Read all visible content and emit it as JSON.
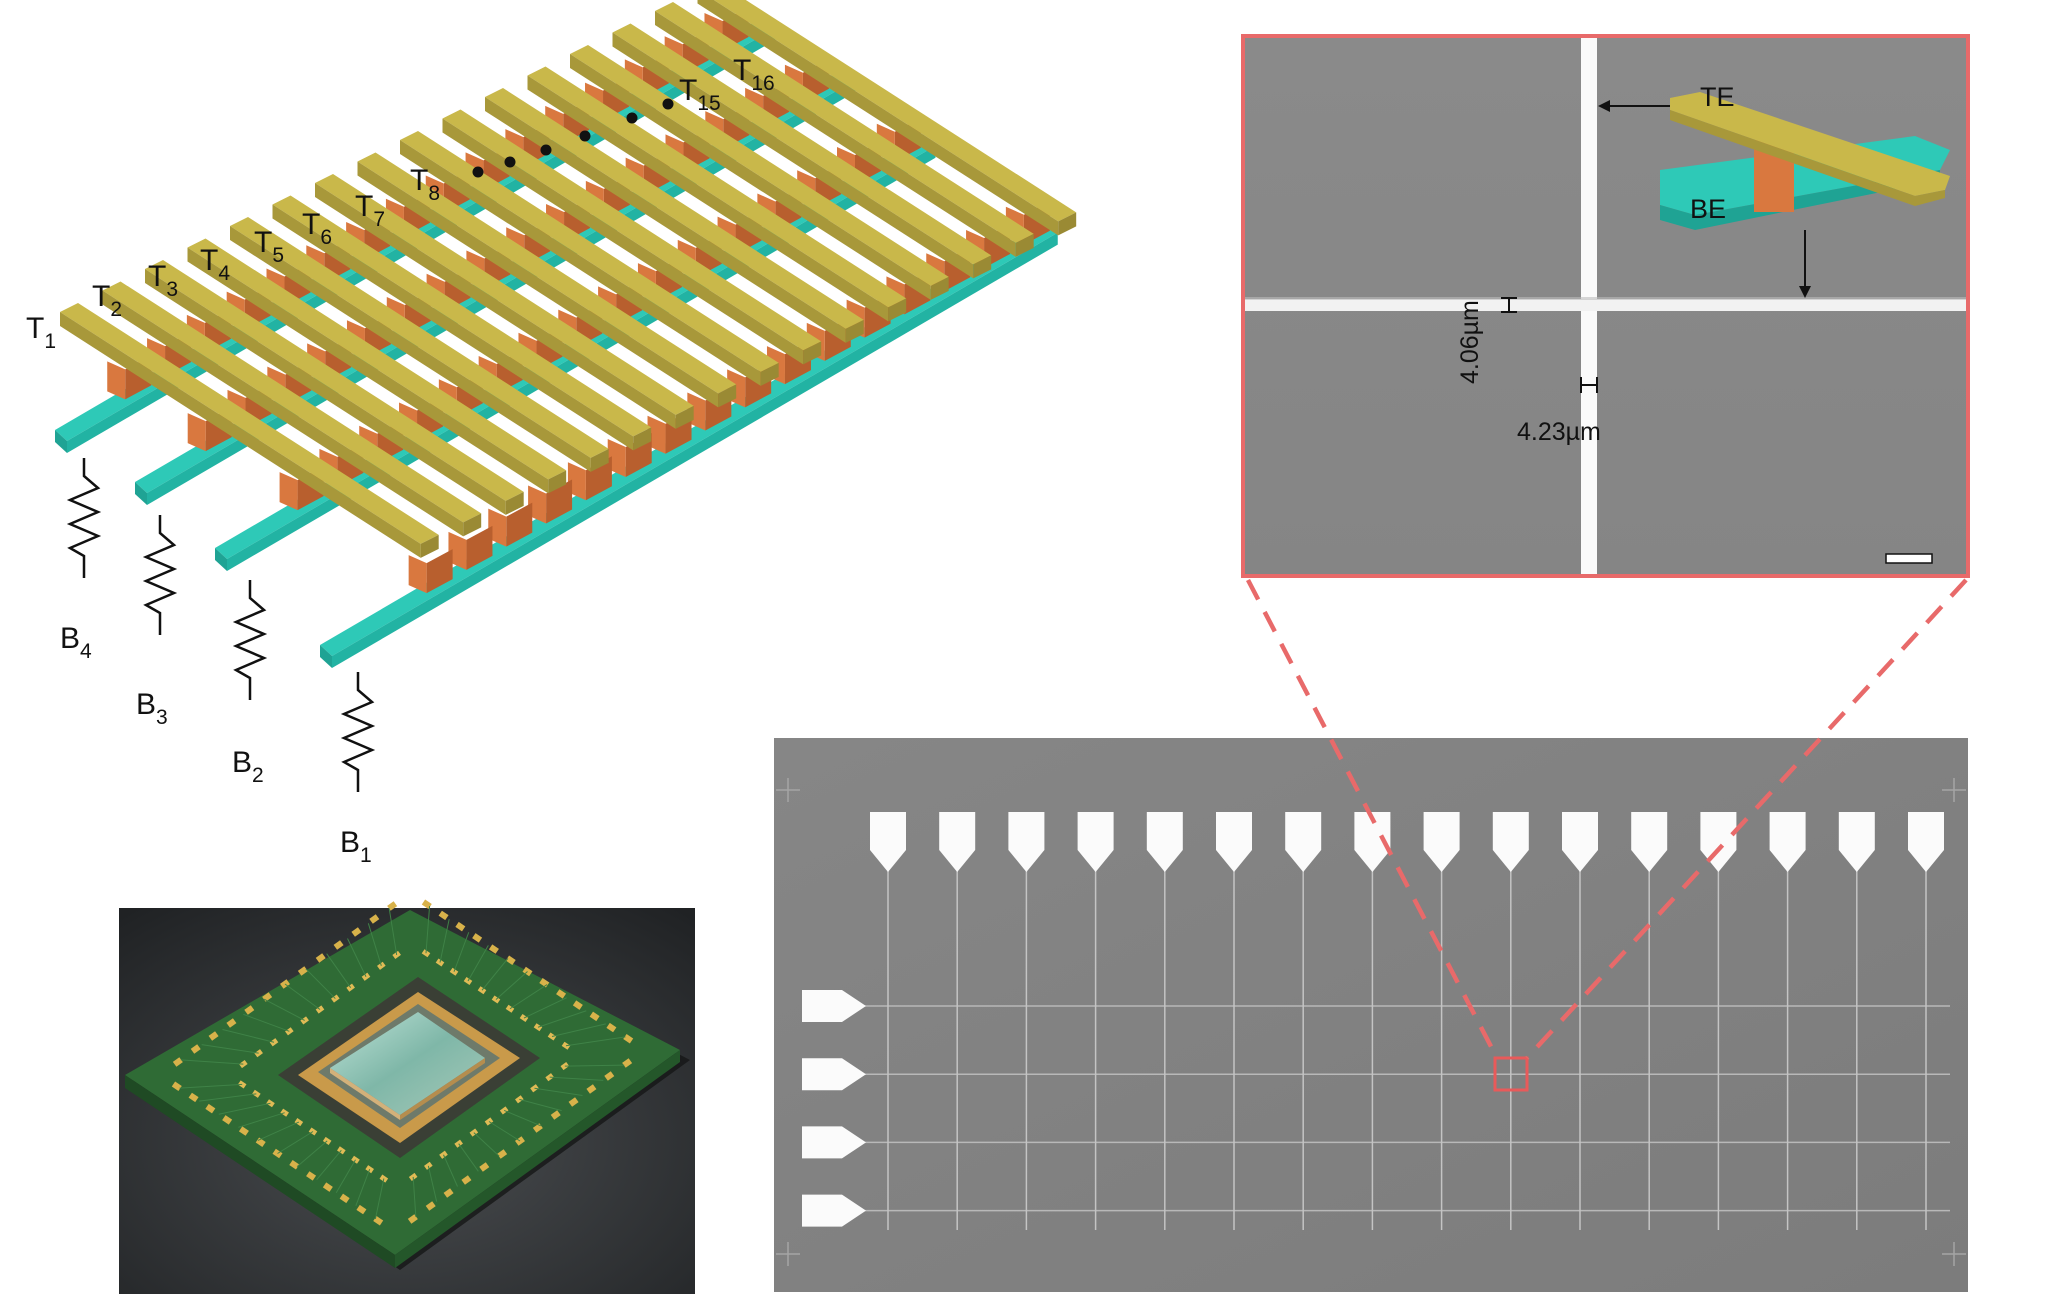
{
  "crossbar": {
    "top_labels": [
      {
        "base": "T",
        "sub": "1"
      },
      {
        "base": "T",
        "sub": "2"
      },
      {
        "base": "T",
        "sub": "3"
      },
      {
        "base": "T",
        "sub": "4"
      },
      {
        "base": "T",
        "sub": "5"
      },
      {
        "base": "T",
        "sub": "6"
      },
      {
        "base": "T",
        "sub": "7"
      },
      {
        "base": "T",
        "sub": "8"
      },
      {
        "base": "T",
        "sub": "15"
      },
      {
        "base": "T",
        "sub": "16"
      }
    ],
    "bottom_labels": [
      {
        "base": "B",
        "sub": "4"
      },
      {
        "base": "B",
        "sub": "3"
      },
      {
        "base": "B",
        "sub": "2"
      },
      {
        "base": "B",
        "sub": "1"
      }
    ],
    "top_electrode_count": 16,
    "bottom_electrode_count": 4,
    "colors": {
      "top_electrode": "#c9b84a",
      "switching_layer": "#d9783f",
      "bottom_electrode": "#2ec9b7",
      "resistor": "#111111"
    }
  },
  "sem_inset": {
    "te_label": "TE",
    "be_label": "BE",
    "width_vertical": "4.06µm",
    "width_horizontal": "4.23µm",
    "border_color": "#e86a6a"
  },
  "sem_overview": {
    "columns": 16,
    "rows": 4,
    "highlight_color": "#e85a5a"
  },
  "package_photo": {
    "description_icon": "chip-package-photo"
  }
}
